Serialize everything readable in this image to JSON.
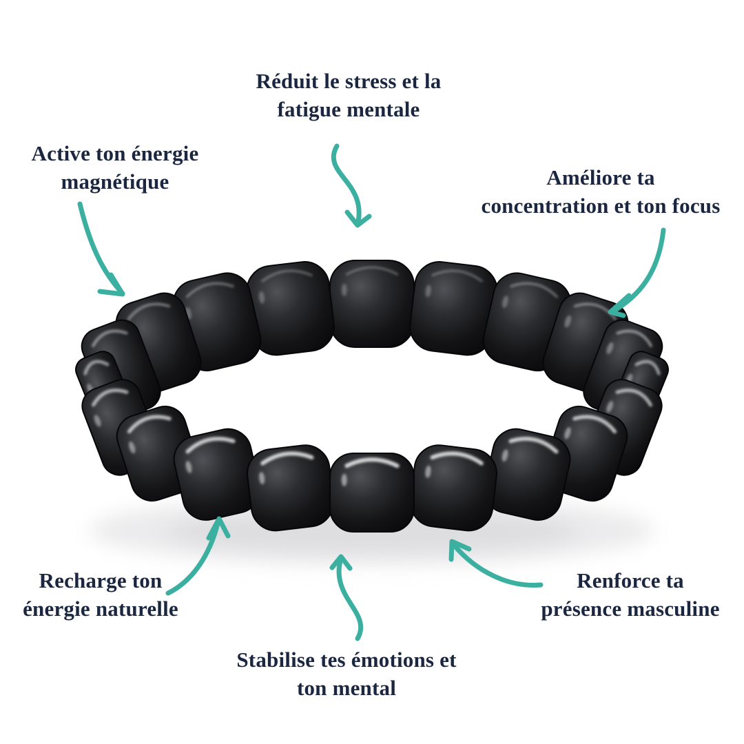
{
  "colors": {
    "accent_teal": "#3cb0a0",
    "text_navy": "#1b2740",
    "background": "#ffffff"
  },
  "diagram": {
    "subject": "black magnetic bead bracelet (glossy rounded square beads arranged in a ring)",
    "labels": {
      "top": {
        "line1": "Réduit le stress et la",
        "line2": "fatigue mentale"
      },
      "upper_left": {
        "line1": "Active ton énergie",
        "line2": "magnétique"
      },
      "upper_right": {
        "line1": "Améliore ta",
        "line2": "concentration et ton focus"
      },
      "lower_left": {
        "line1": "Recharge ton",
        "line2": "énergie naturelle"
      },
      "lower_right": {
        "line1": "Renforce ta",
        "line2": "présence masculine"
      },
      "bottom": {
        "line1": "Stabilise tes émotions et",
        "line2": "ton mental"
      }
    }
  }
}
